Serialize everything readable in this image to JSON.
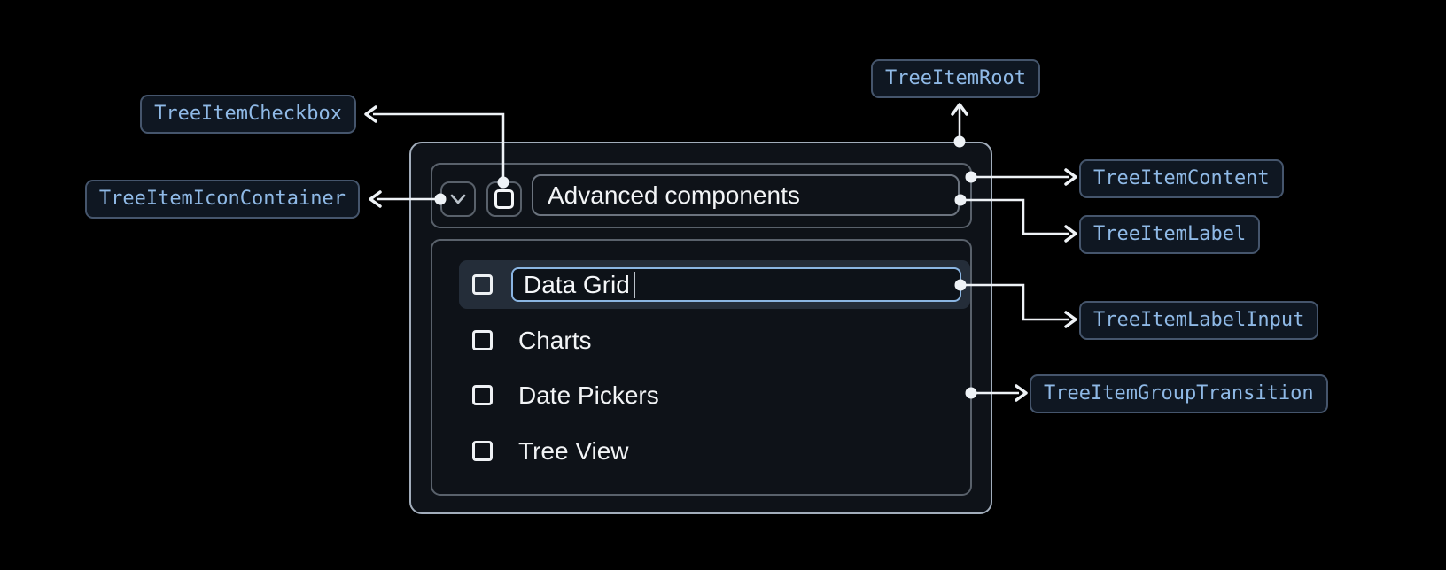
{
  "annotations": {
    "tree_item_root": "TreeItemRoot",
    "tree_item_checkbox": "TreeItemCheckbox",
    "tree_item_icon_container": "TreeItemIconContainer",
    "tree_item_content": "TreeItemContent",
    "tree_item_label": "TreeItemLabel",
    "tree_item_label_input": "TreeItemLabelInput",
    "tree_item_group_transition": "TreeItemGroupTransition"
  },
  "tree": {
    "parent_item": {
      "label": "Advanced components",
      "expanded": true,
      "checkbox_checked": false,
      "expand_icon": "chevron-down"
    },
    "editing_item": {
      "input_value": "Data Grid",
      "selected": true,
      "checkbox_checked": false
    },
    "child_items": [
      {
        "label": "Charts",
        "checkbox_checked": false
      },
      {
        "label": "Date Pickers",
        "checkbox_checked": false
      },
      {
        "label": "Tree View",
        "checkbox_checked": false
      }
    ]
  },
  "colors": {
    "page_background": "#000000",
    "annotation_text": "#8fb9e6",
    "annotation_background": "#0f1722",
    "annotation_border": "#45556c",
    "connector": "#eef2f6",
    "root_border": "#a2adbb",
    "inner_border": "#59616b",
    "input_border": "#8ab5e2",
    "selected_row_background": "#242d39",
    "tree_text": "#f2f4f6"
  }
}
